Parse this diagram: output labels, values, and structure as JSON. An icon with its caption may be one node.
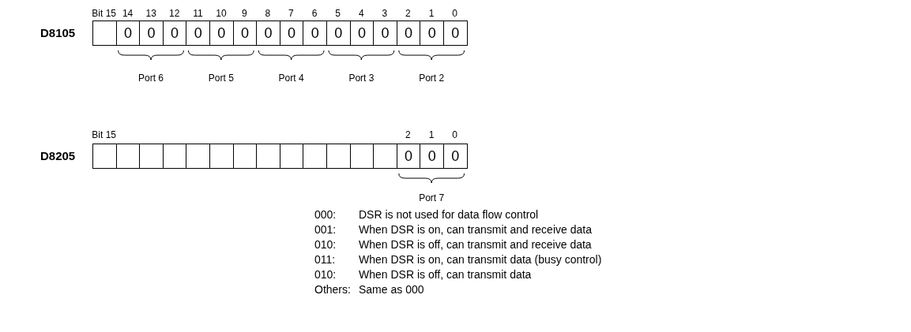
{
  "diagram": {
    "nodes": [
      {
        "text": [],
        "shape": "box"
      },
      {
        "text": [
          "0"
        ]
      },
      {
        "text": [
          "0"
        ]
      },
      {
        "text": [
          "0"
        ]
      },
      {
        "text": [
          "0"
        ]
      },
      {
        "text": [
          "0"
        ]
      },
      {
        "text": [
          "0"
        ]
      },
      {
        "text": [
          "0"
        ]
      },
      {
        "text": [
          "0"
        ]
      },
      {
        "text": [
          "0"
        ]
      },
      {
        "text": [
          "0"
        ]
      },
      {
        "text": [
          "0"
        ]
      },
      {
        "text": [
          "0"
        ]
      },
      {
        "text": [
          "0"
        ]
      },
      {
        "text": [
          "0"
        ]
      },
      {
        "text": [
          "0"
        ]
      },
      {
        "text": [],
        "shape": "box"
      },
      {
        "text": [],
        "shape": "box"
      },
      {
        "text": [],
        "shape": "box"
      },
      {
        "text": [],
        "shape": "box"
      },
      {
        "text": [],
        "shape": "box"
      },
      {
        "text": [],
        "shape": "box"
      },
      {
        "text": [],
        "shape": "box"
      },
      {
        "text": [],
        "shape": "box"
      },
      {
        "text": [],
        "shape": "box"
      },
      {
        "text": [],
        "shape": "box"
      },
      {
        "text": [],
        "shape": "box"
      },
      {
        "text": [],
        "shape": "box"
      },
      {
        "text": [],
        "shape": "box"
      },
      {
        "text": [
          "0"
        ]
      },
      {
        "text": [
          "0"
        ]
      },
      {
        "text": [
          "0"
        ]
      }
    ],
    "labels": [
      "Bit 15",
      "14",
      "13",
      "12",
      "11",
      "10",
      "9",
      "8",
      "7",
      "6",
      "5",
      "4",
      "3",
      "2",
      "1",
      "0",
      "D8105",
      "Port 6",
      "Port 5",
      "Port 4",
      "Port 3",
      "Port 2",
      "Bit 15",
      "2",
      "1",
      "0",
      "D8205",
      "Port 7",
      "000:",
      "DSR is not used for data flow control",
      "001:",
      "When DSR is on, can transmit and receive data",
      "010:",
      "When DSR is off, can transmit and receive data",
      "011:",
      "When DSR is on, can transmit data (busy control)",
      "010:",
      "When DSR is off, can transmit data",
      "Others:",
      "Same as 000"
    ]
  }
}
